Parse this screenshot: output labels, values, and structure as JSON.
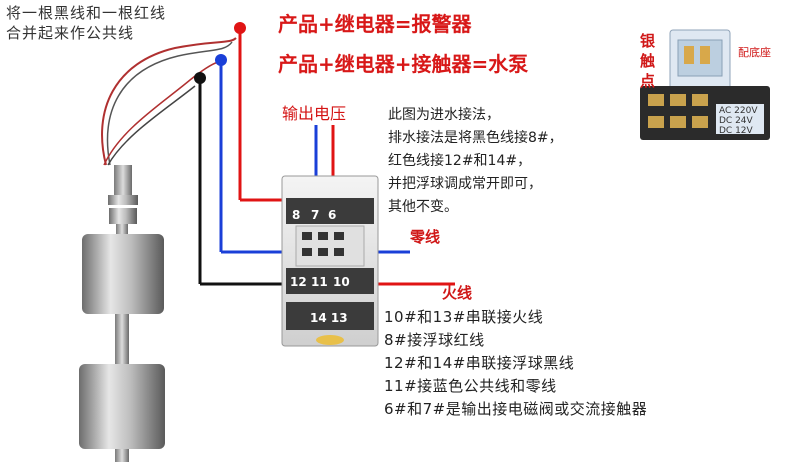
{
  "top_note": [
    "将一根黑线和一根红线",
    "合并起来作公共线"
  ],
  "headlines": [
    "产品+继电器=报警器",
    "产品+继电器+接触器=水泵"
  ],
  "output_label": "输出电压",
  "description": [
    "此图为进水接法，",
    "排水接法是将黑色线接8#，",
    "红色线接12#和14#，",
    "并把浮球调成常开即可，",
    "其他不变。"
  ],
  "neutral_label": "零线",
  "live_label": "火线",
  "pins_top": [
    "8",
    "7",
    "6"
  ],
  "pins_mid": [
    "12",
    "11",
    "10"
  ],
  "pins_bottom": "14 13",
  "legend": [
    "10#和13#串联接火线",
    "8#接浮球红线",
    "12#和14#串联接浮球黑线",
    "11#接蓝色公共线和零线",
    "6#和7#是输出接电磁阀或交流接触器"
  ],
  "relay_chars": [
    "银",
    "触",
    "点"
  ],
  "socket_label": "配底座",
  "relay_pin_labels": [
    "AC 220V",
    "DC 24V",
    "DC 12V"
  ],
  "colors": {
    "red_wire": "#e01414",
    "blue_wire": "#1a3fd8",
    "black_wire": "#111111",
    "headline": "#d81818"
  }
}
